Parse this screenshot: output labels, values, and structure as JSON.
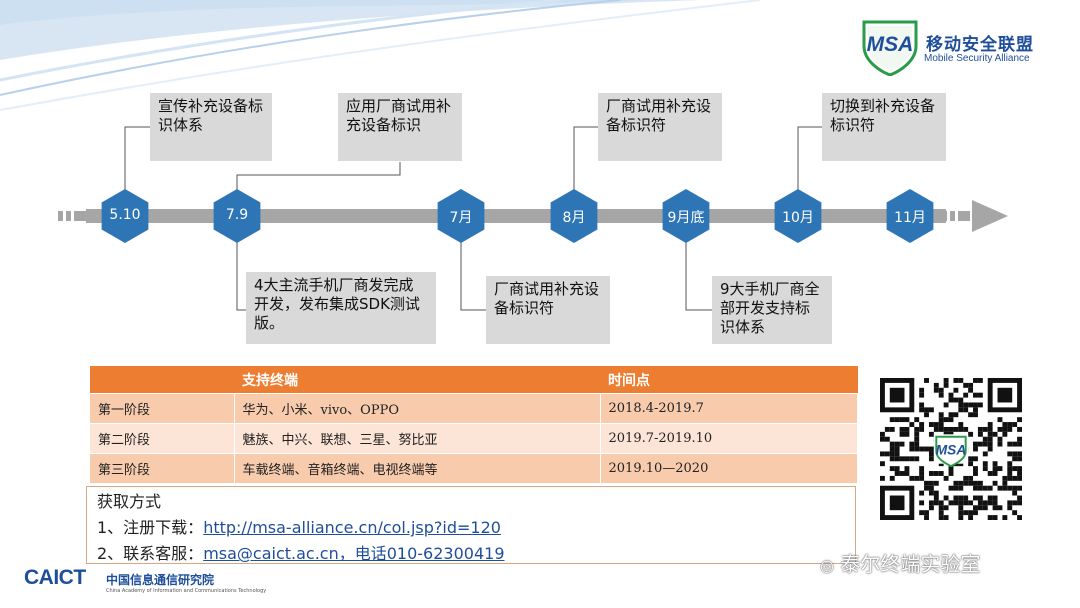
{
  "brand": {
    "msa_cn": "移动安全联盟",
    "msa_en": "Mobile Security Alliance",
    "msa_logo_text": "MSA",
    "caict_logo_text": "CAICT",
    "caict_cn": "中国信息通信研究院",
    "caict_en": "China Academy of Information and Communications Technology",
    "watermark": "泰尔终端实验室"
  },
  "timeline": {
    "milestones": [
      "5.10",
      "7.9",
      "7月",
      "8月",
      "9月底",
      "10月",
      "11月"
    ],
    "notes_above": [
      "宣传补充设备标识体系",
      "应用厂商试用补充设备标识",
      "厂商试用补充设备标识符",
      "切换到补充设备标识符"
    ],
    "notes_below": [
      "4大主流手机厂商发完成开发，发布集成SDK测试版。",
      "厂商试用补充设备标识符",
      "9大手机厂商全部开发支持标识体系"
    ]
  },
  "table": {
    "headers": [
      "",
      "支持终端",
      "时间点"
    ],
    "rows": [
      [
        "第一阶段",
        "华为、小米、vivo、OPPO",
        "2018.4-2019.7"
      ],
      [
        "第二阶段",
        "魅族、中兴、联想、三星、努比亚",
        "2019.7-2019.10"
      ],
      [
        "第三阶段",
        "车载终端、音箱终端、电视终端等",
        "2019.10—2020"
      ]
    ]
  },
  "access": {
    "title": "获取方式",
    "line1_prefix": "1、注册下载：",
    "line1_link": "http://msa-alliance.cn/col.jsp?id=120",
    "line2_prefix": "2、联系客服：",
    "line2_link": "msa@caict.ac.cn，电话010-62300419"
  },
  "qr": {
    "center_label": "MSA"
  },
  "colors": {
    "accent": "#ed7d31",
    "hex": "#2e75b6",
    "bar": "#a6a6a6",
    "brand": "#1f4e9a"
  }
}
